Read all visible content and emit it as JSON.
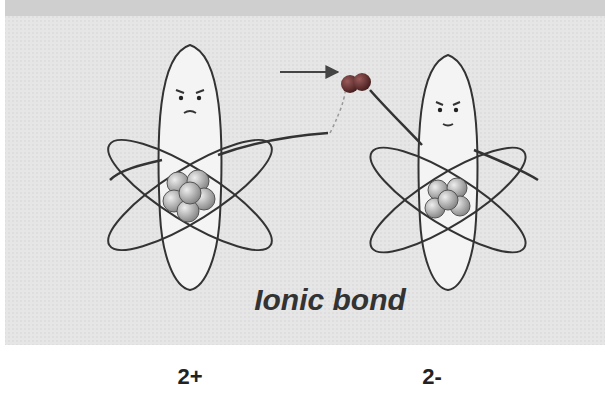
{
  "diagram": {
    "labels": [
      "Ionic bond",
      "2+",
      "2-"
    ]
  }
}
